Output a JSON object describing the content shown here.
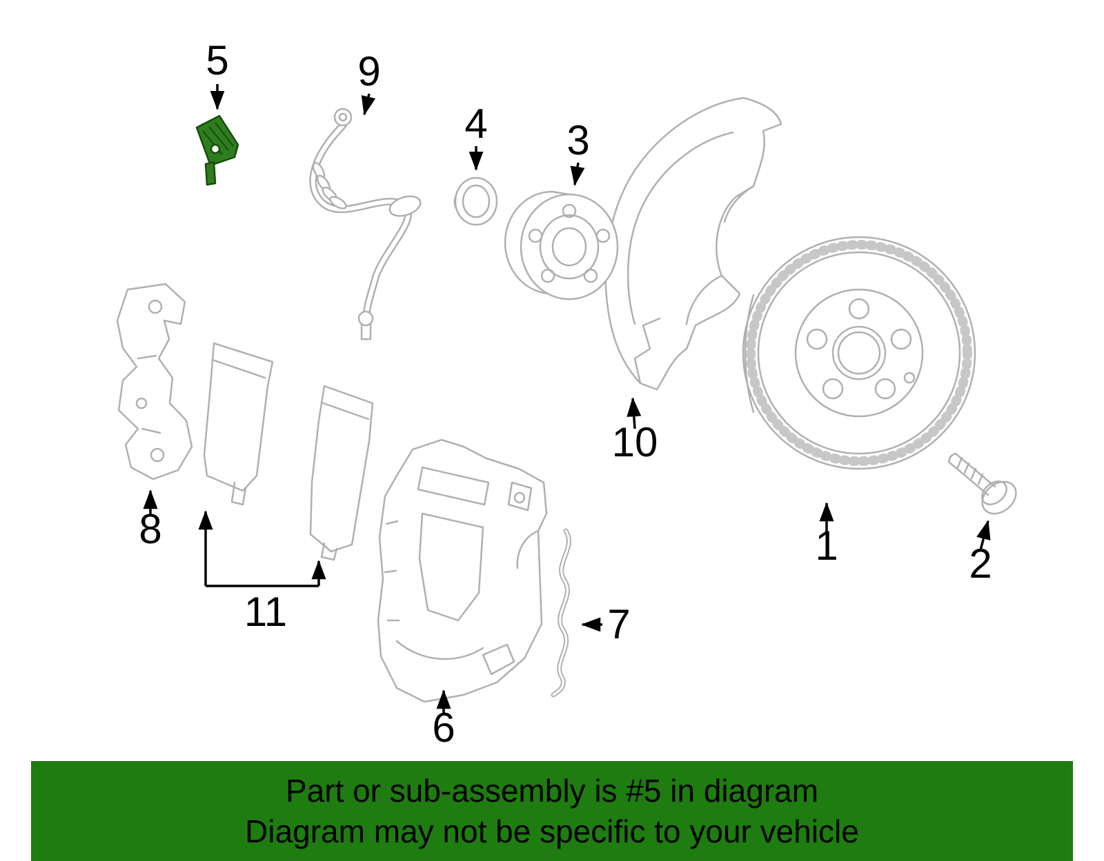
{
  "colors": {
    "line_art": "#b0b0b0",
    "highlight": "#2e7d1e",
    "highlight_outline": "#174d0c",
    "banner": "#1e7c10",
    "callout_text": "#000000",
    "banner_text": "#000000"
  },
  "callouts": [
    "1",
    "2",
    "3",
    "4",
    "5",
    "6",
    "7",
    "8",
    "9",
    "10",
    "11"
  ],
  "banner": {
    "line1": "Part or sub-assembly is #5 in diagram",
    "line2": "Diagram may not be specific to your vehicle"
  }
}
